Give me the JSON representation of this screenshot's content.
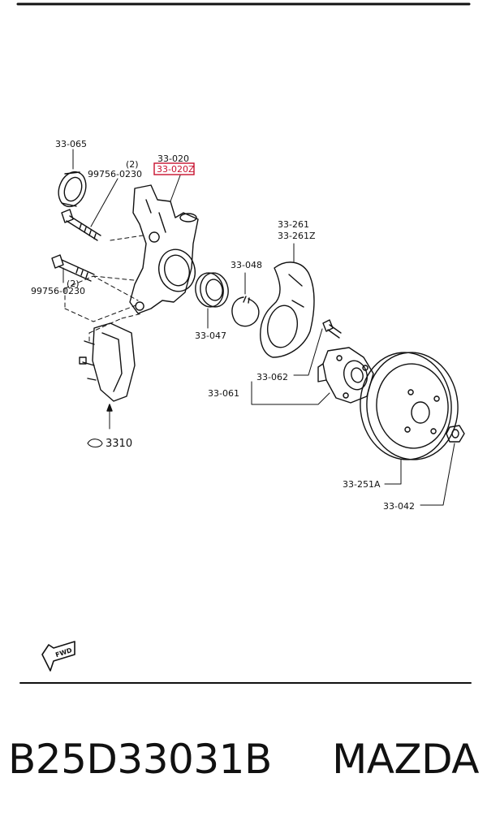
{
  "diagram": {
    "part_labels": {
      "p33065": "33-065",
      "p99756_top": "99756-0230",
      "qty_top": "(2)",
      "p33020": "33-020",
      "p33020Z": "33-020Z",
      "p99756_left": "99756-0230",
      "qty_left": "(2)",
      "p33048": "33-048",
      "p33047": "33-047",
      "p33261": "33-261",
      "p33261Z": "33-261Z",
      "p33062": "33-062",
      "p33061": "33-061",
      "p3310": "3310",
      "p33251A": "33-251A",
      "p33042": "33-042"
    },
    "fwd_label": "FWD",
    "highlight_color": "#c8102e"
  },
  "footer": {
    "part_number": "B25D33031B",
    "brand": "MAZDA"
  }
}
